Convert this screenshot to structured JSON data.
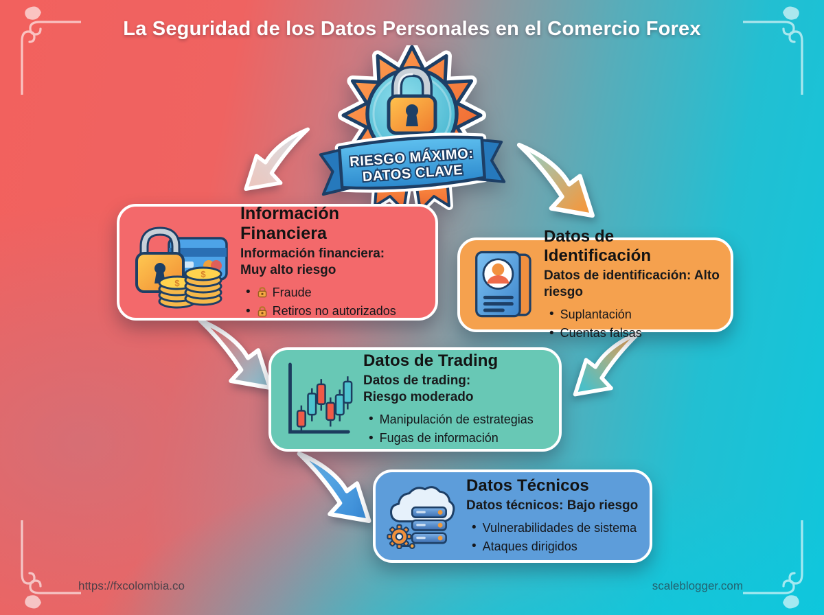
{
  "header": {
    "title": "La Seguridad de los Datos Personales en el Comercio Forex"
  },
  "badge": {
    "icon": "padlock-starburst-badge",
    "ribbon_line1": "RIESGO MÁXIMO:",
    "ribbon_line2": "DATOS CLAVE"
  },
  "cards": [
    {
      "id": "informacion-financiera",
      "title": "Información Financiera",
      "subtitle_lines": [
        "Información financiera:",
        "Muy alto riesgo"
      ],
      "bullets": [
        "Fraude",
        "Retiros no autorizados"
      ],
      "bullet_icon": "padlock-icon",
      "icon": "padlock-creditcard-coins-icon",
      "bg_color": "#f3696b"
    },
    {
      "id": "datos-identificacion",
      "title": "Datos de Identificación",
      "subtitle_lines": [
        "Datos de identificación: Alto riesgo"
      ],
      "bullets": [
        "Suplantación",
        "Cuentas falsas"
      ],
      "icon": "id-card-icon",
      "bg_color": "#f5a14e"
    },
    {
      "id": "datos-trading",
      "title": "Datos de Trading",
      "subtitle_lines": [
        "Datos de trading:",
        "Riesgo moderado"
      ],
      "bullets": [
        "Manipulación de estrategias",
        "Fugas de información"
      ],
      "icon": "candlestick-chart-icon",
      "bg_color": "#68c8b5"
    },
    {
      "id": "datos-tecnicos",
      "title": "Datos Técnicos",
      "subtitle_lines": [
        "Datos técnicos: Bajo riesgo"
      ],
      "bullets": [
        "Vulnerabilidades de sistema",
        "Ataques dirigidos"
      ],
      "icon": "cloud-server-gear-icon",
      "bg_color": "#5d9dda"
    }
  ],
  "footer": {
    "left": "https://fxcolombia.co",
    "right": "scaleblogger.com"
  },
  "colors": {
    "background_left": "#f2615e",
    "background_right": "#10c6dc",
    "badge_star_orange": "#f5883c",
    "badge_circle_teal": "#56c3d6",
    "ribbon_blue": "#3e9fdc",
    "outline_navy": "#1d3f66",
    "title_text": "#ffffff"
  }
}
